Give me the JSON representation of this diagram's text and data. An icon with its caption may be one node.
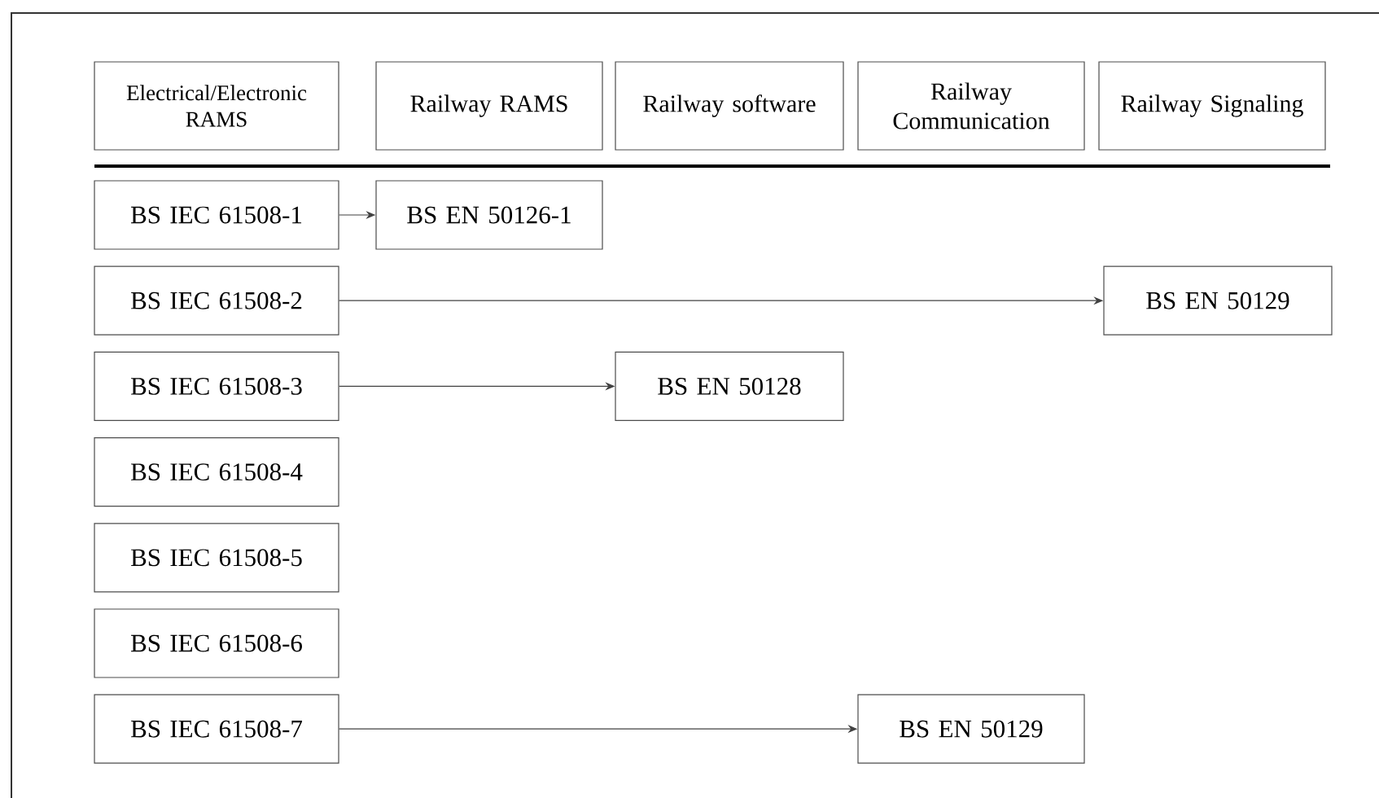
{
  "diagram": {
    "nodes": [
      {
        "text": [
          "Electrical/Electronic RAMS"
        ]
      },
      {
        "text": [
          "Railway RAMS"
        ]
      },
      {
        "text": [
          "Railway software"
        ]
      },
      {
        "text": [
          "Railway Communication"
        ]
      },
      {
        "text": [
          "Railway Signaling"
        ]
      },
      {
        "text": [
          "BS IEC 61508-1"
        ]
      },
      {
        "text": [
          "BS IEC 61508-2"
        ]
      },
      {
        "text": [
          "BS IEC 61508-3"
        ]
      },
      {
        "text": [
          "BS IEC 61508-4"
        ]
      },
      {
        "text": [
          "BS IEC 61508-5"
        ]
      },
      {
        "text": [
          "BS IEC 61508-6"
        ]
      },
      {
        "text": [
          "BS IEC 61508-7"
        ]
      },
      {
        "text": [
          "BS EN 50126-1"
        ]
      },
      {
        "text": [
          "BS EN 50129"
        ]
      },
      {
        "text": [
          "BS EN 50128"
        ]
      },
      {
        "text": [
          "BS EN 50129"
        ]
      }
    ],
    "edges": [
      {
        "from": 5,
        "to": 12,
        "arrow": "to"
      },
      {
        "from": 6,
        "to": 13,
        "arrow": "to"
      },
      {
        "from": 7,
        "to": 14,
        "arrow": "to"
      },
      {
        "from": 11,
        "to": 15,
        "arrow": "to"
      }
    ]
  }
}
